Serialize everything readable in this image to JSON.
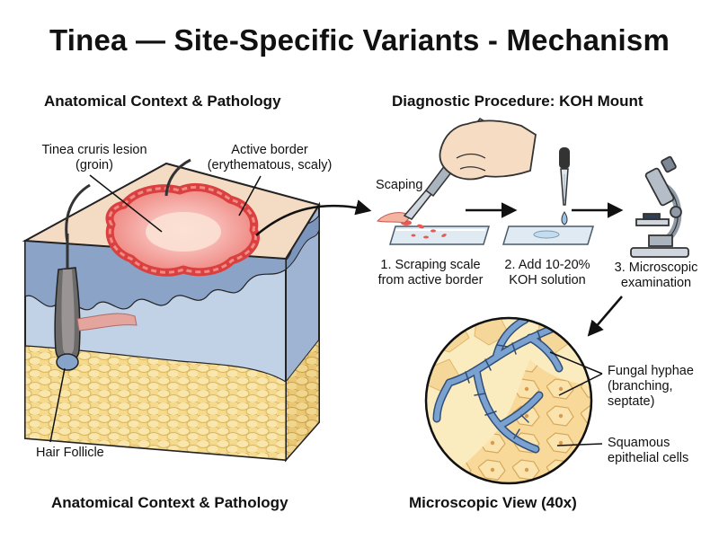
{
  "title": "Tinea — Site-Specific Variants - Mechanism",
  "panels": {
    "left_heading": "Anatomical Context & Pathology",
    "right_heading": "Diagnostic Procedure: KOH Mount",
    "left_caption": "Anatomical Context & Pathology",
    "micro_caption": "Microscopic View (40x)"
  },
  "labels": {
    "lesion": [
      "Tinea cruris lesion",
      "(groin)"
    ],
    "border": [
      "Active border",
      "(erythematous, scaly)"
    ],
    "follicle": "Hair Follicle",
    "scraping": "Scaping",
    "hyphae": [
      "Fungal hyphae",
      "(branching,",
      "septate)"
    ],
    "cells": [
      "Squamous",
      "epithelial cells"
    ]
  },
  "steps": [
    {
      "lines": [
        "1. Scraping scale",
        "from active border"
      ]
    },
    {
      "lines": [
        "2. Add 10-20%",
        "KOH solution"
      ]
    },
    {
      "lines": [
        "3. Microscopic",
        "examination"
      ]
    }
  ],
  "colors": {
    "lesion_red": "#e8575a",
    "lesion_pink": "#f6b3ae",
    "skin_top": "#f4dcc4",
    "dermis_blue": "#b8c9e0",
    "epidermis_blue": "#8fa6c6",
    "fat_yellow": "#f5d98c",
    "hyphae_blue": "#5b86b8",
    "micro_bg": "#fbecc0"
  },
  "icons": [
    "scalpel-icon",
    "hand-icon",
    "dropper-icon",
    "glass-slide-icon",
    "microscope-icon",
    "arrow-icon"
  ]
}
